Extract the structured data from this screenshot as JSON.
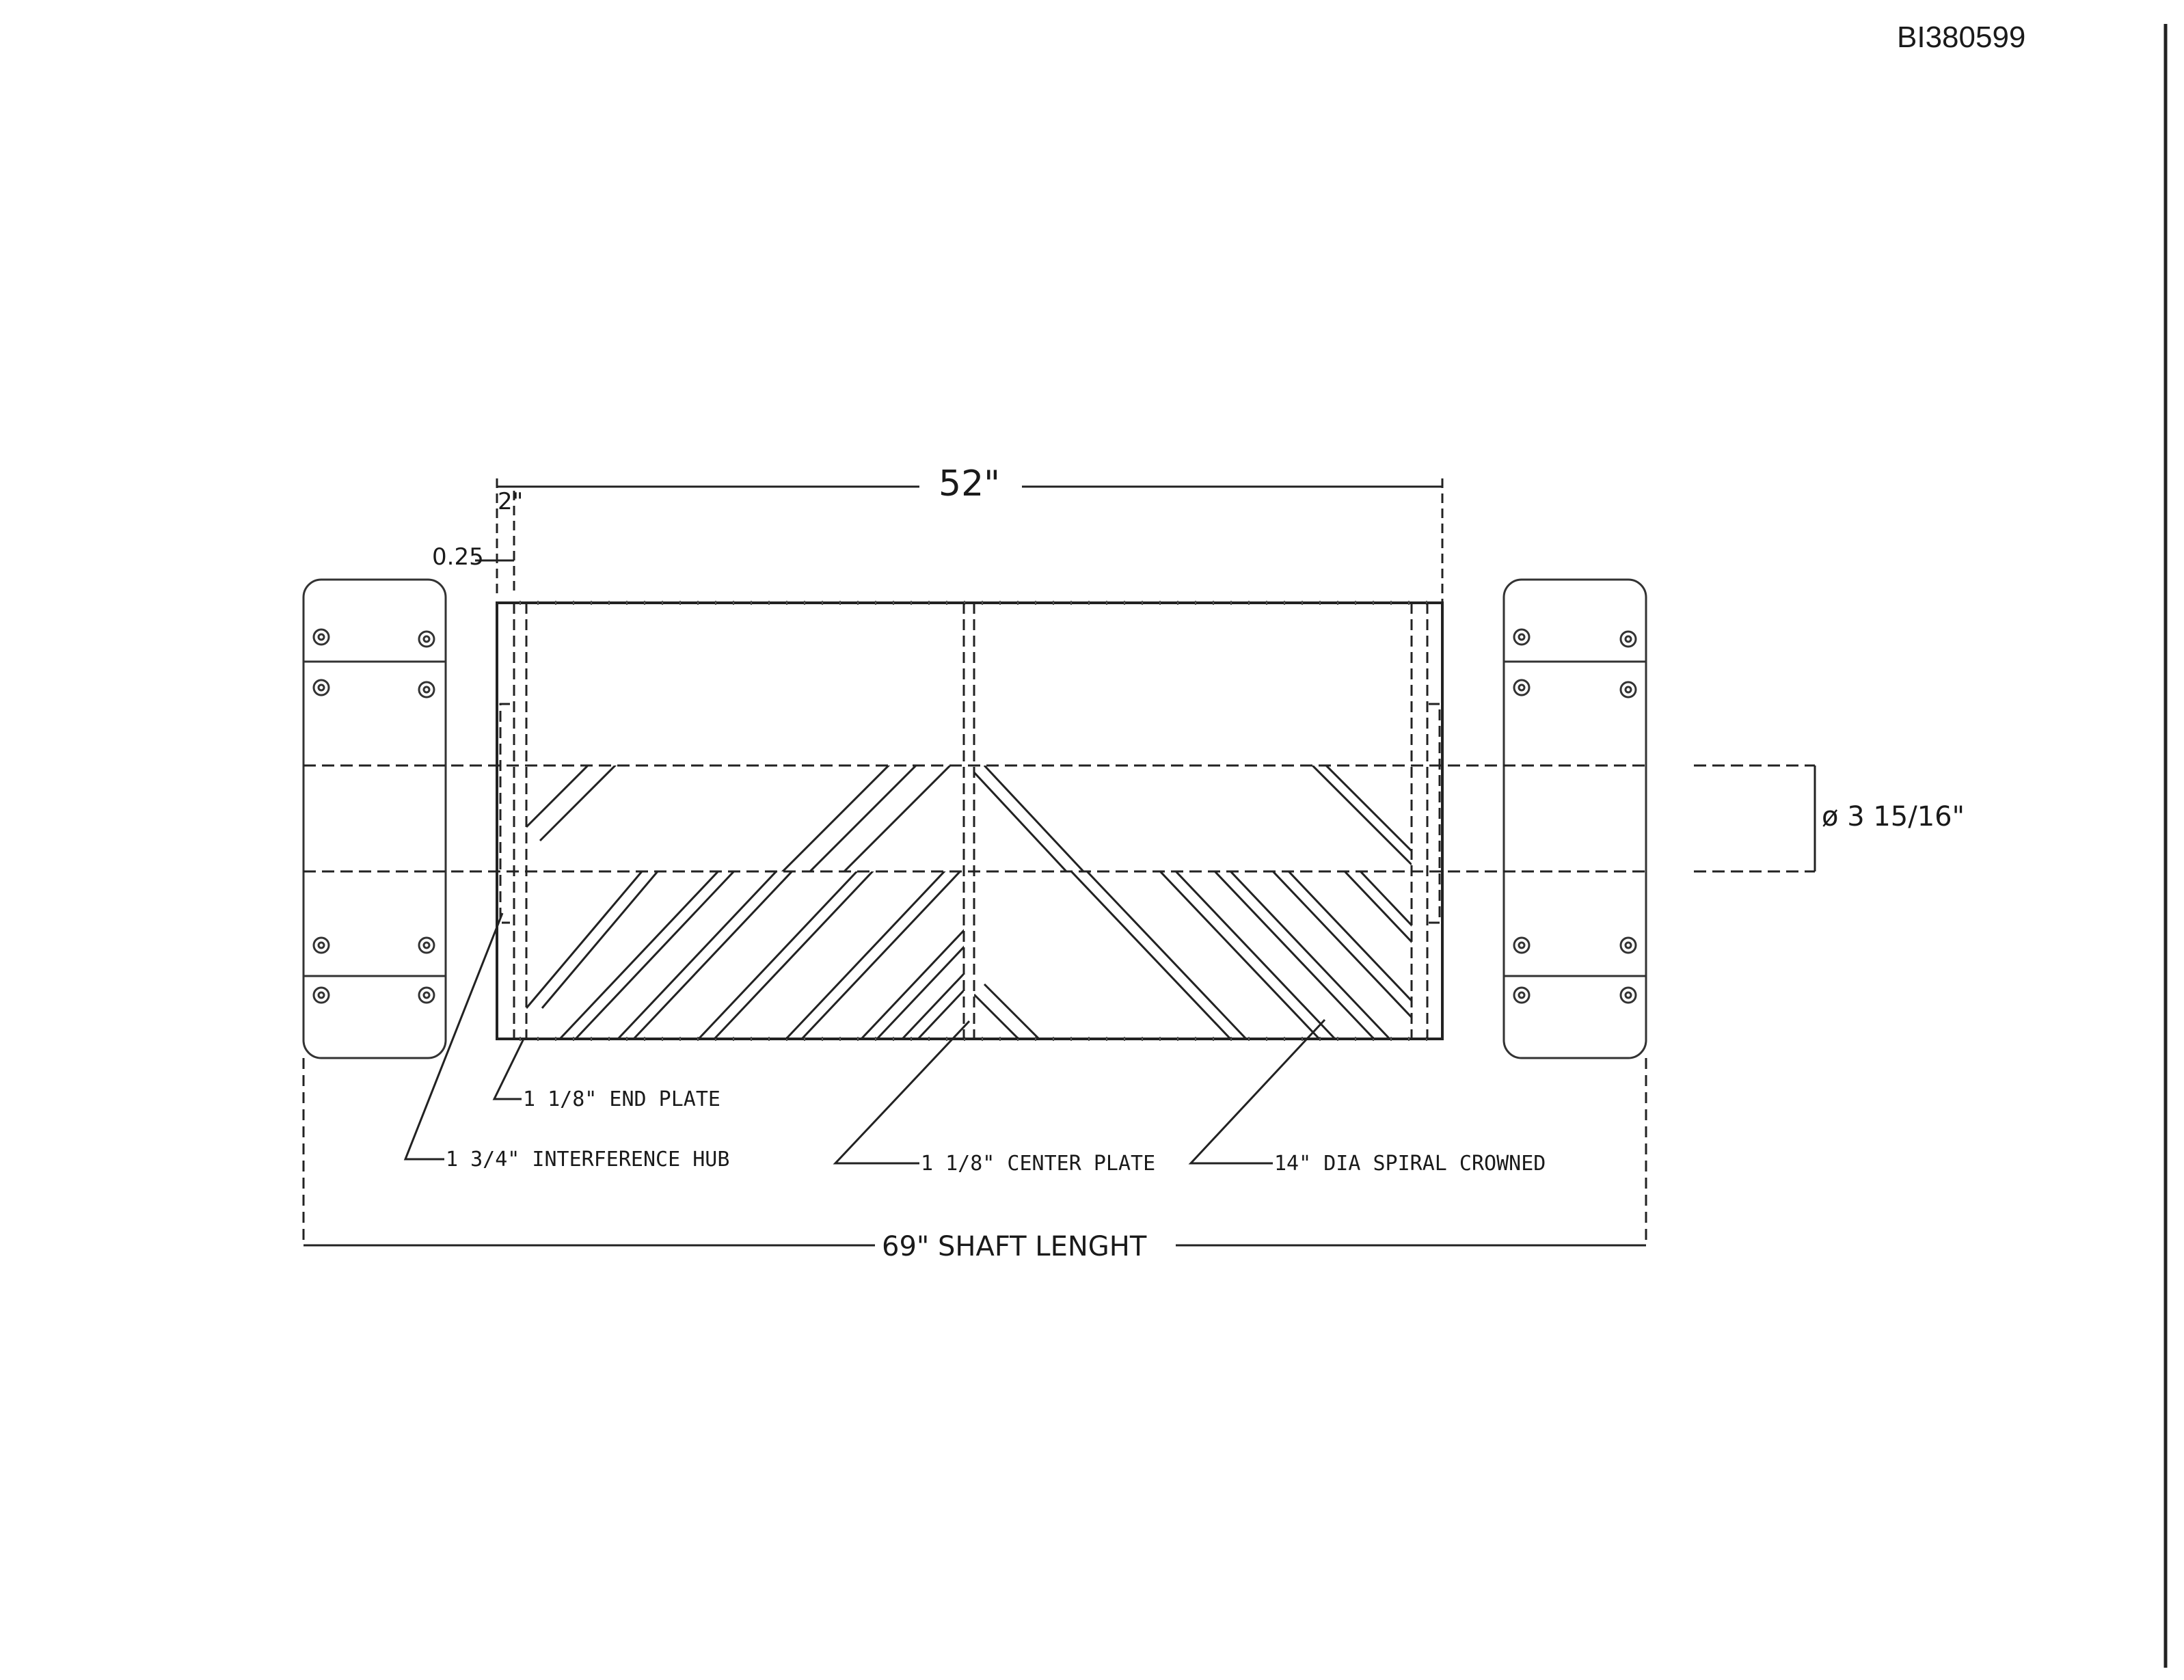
{
  "document_id": "BI380599",
  "dimensions": {
    "overall_width": "52\"",
    "end_offset": "2\"",
    "small_offset": "0.25",
    "shaft_diameter": "ø 3 15/16\"",
    "shaft_length": "69\" SHAFT LENGHT"
  },
  "callouts": {
    "end_plate": "1 1/8\" END PLATE",
    "interference_hub": "1 3/4\" INTERFERENCE HUB",
    "center_plate": "1 1/8\" CENTER PLATE",
    "spiral_crowned": "14\" DIA SPIRAL CROWNED"
  }
}
